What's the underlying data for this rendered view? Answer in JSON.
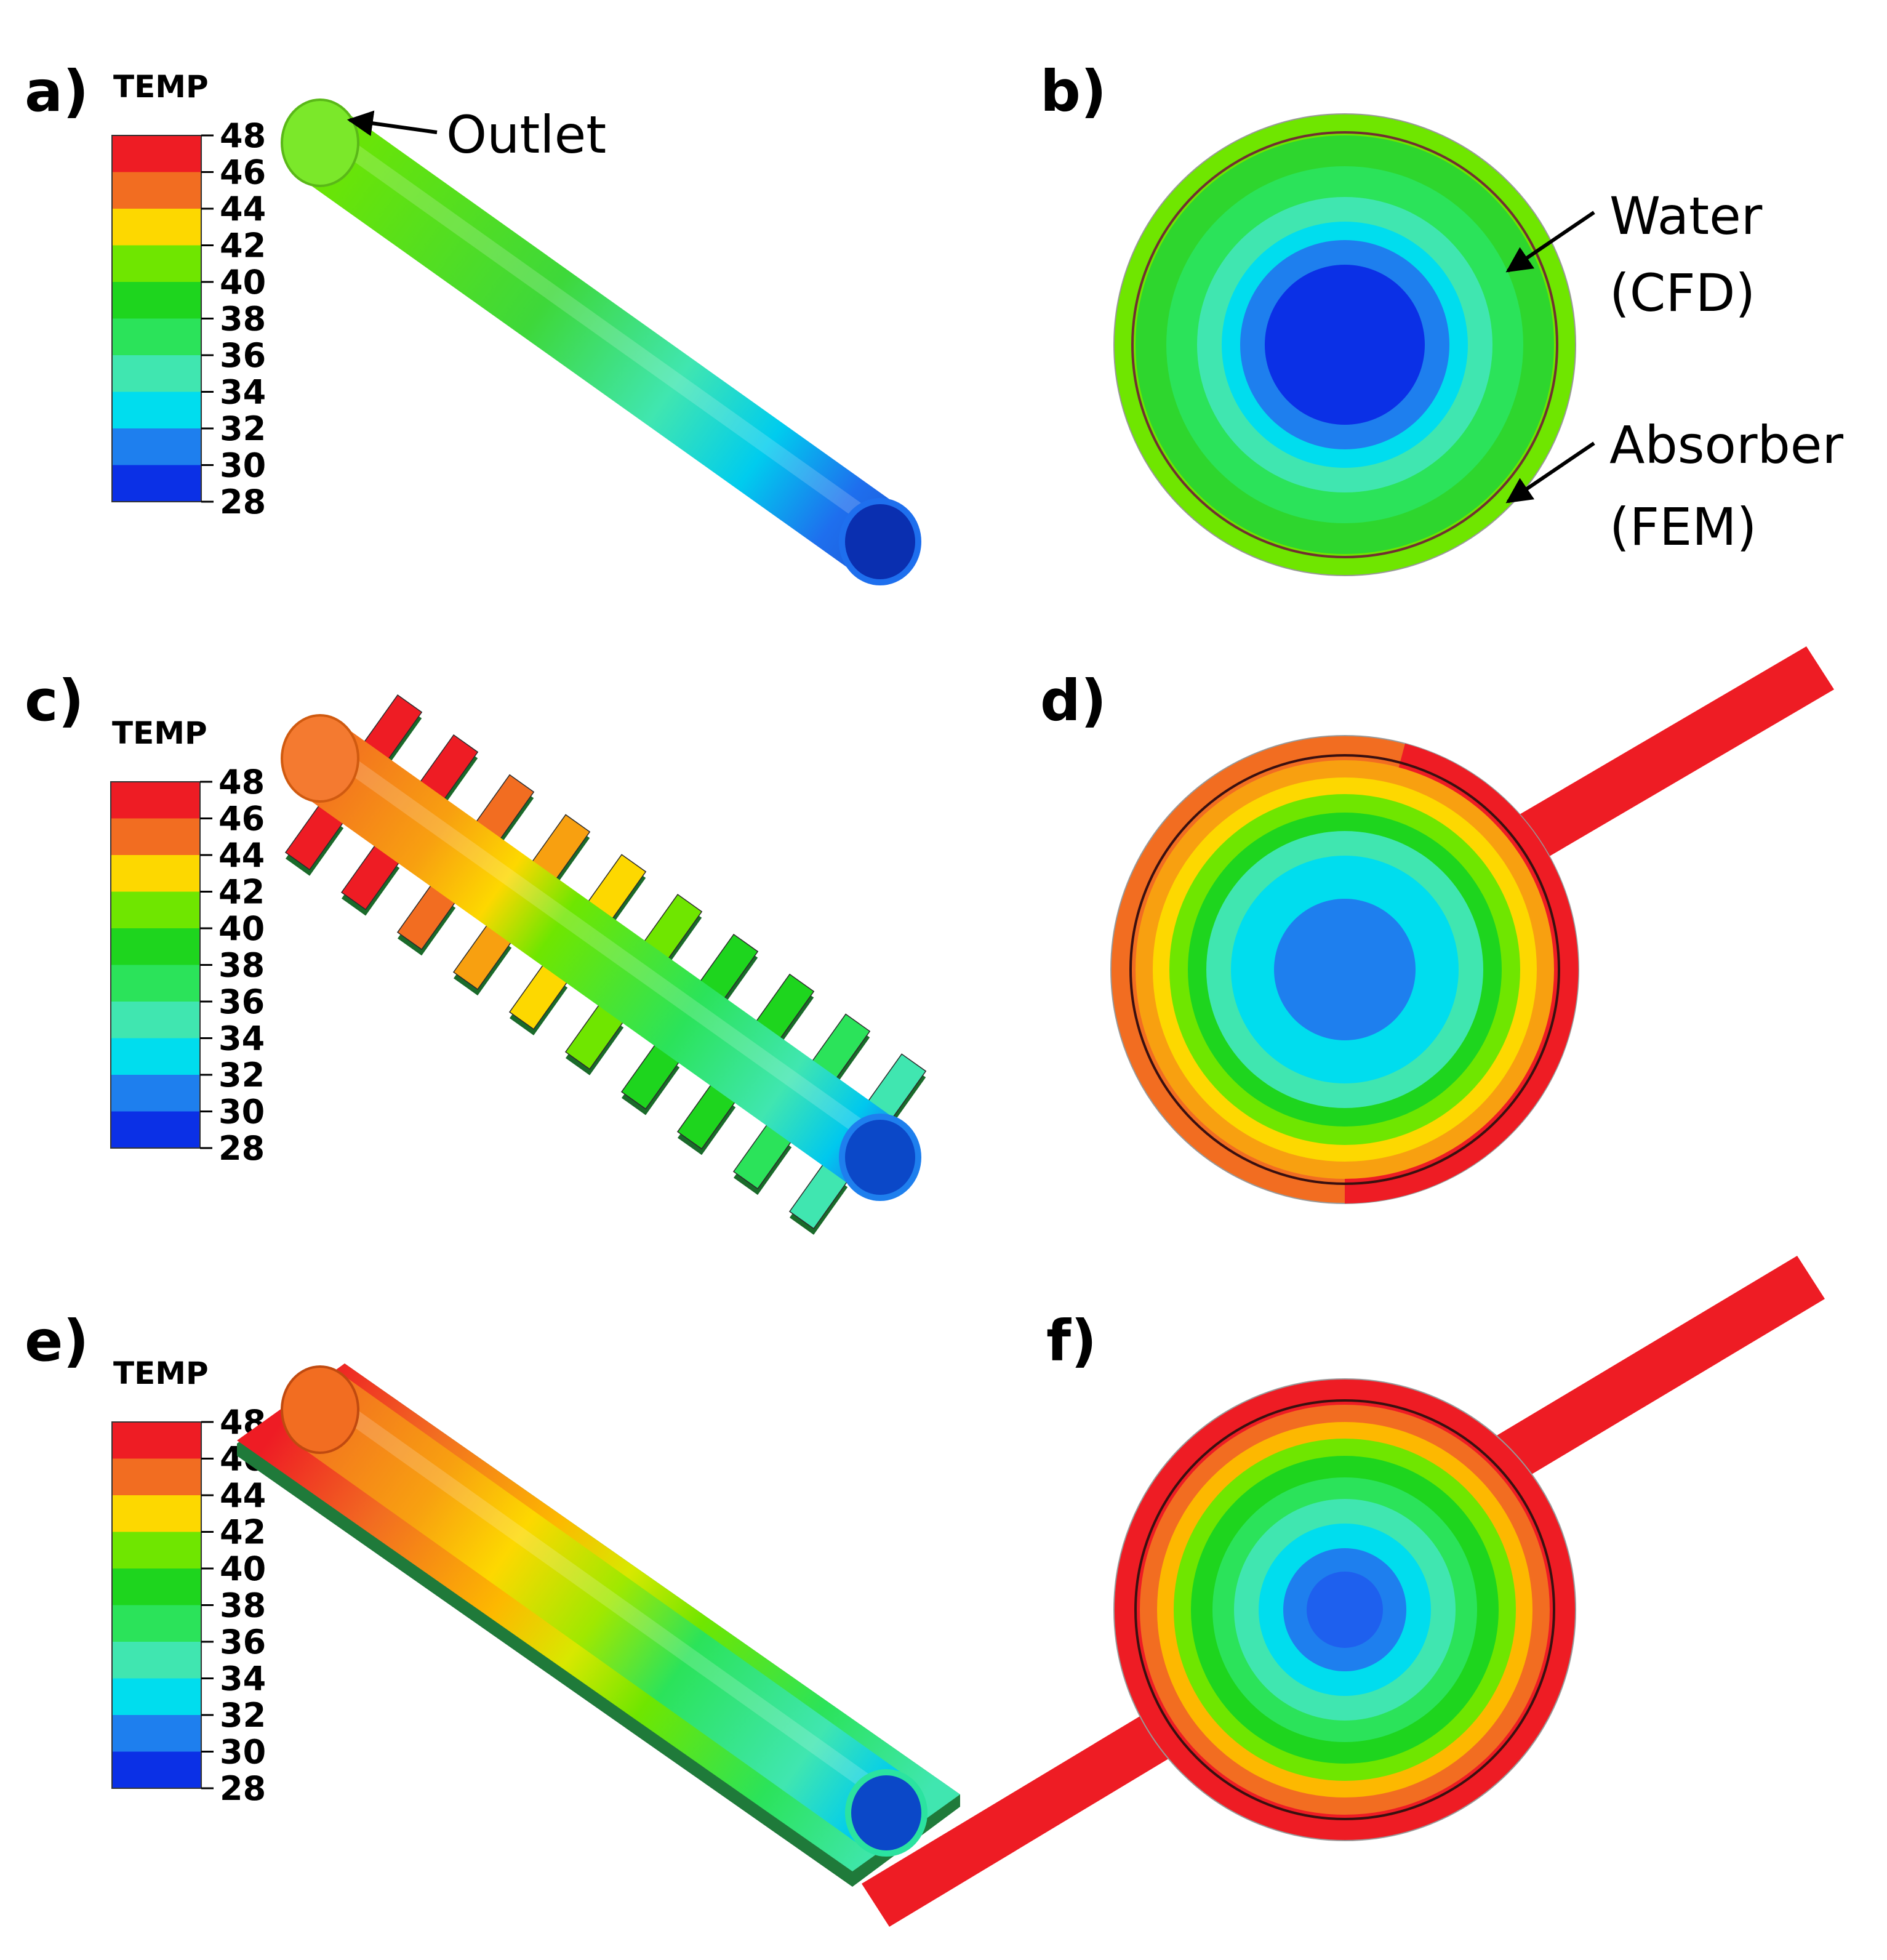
{
  "panels": {
    "a": {
      "label": "a)"
    },
    "b": {
      "label": "b)"
    },
    "c": {
      "label": "c)"
    },
    "d": {
      "label": "d)"
    },
    "e": {
      "label": "e)"
    },
    "f": {
      "label": "f)"
    }
  },
  "legend": {
    "title": "TEMP",
    "ticks": [
      "48",
      "46",
      "44",
      "42",
      "40",
      "38",
      "36",
      "34",
      "32",
      "30",
      "28"
    ],
    "colors": [
      "#ee1c24",
      "#f26d21",
      "#fdd800",
      "#6fe600",
      "#1ed51e",
      "#2be35a",
      "#40e6b0",
      "#00ddee",
      "#1e7fee",
      "#0b30e6"
    ]
  },
  "annotations": {
    "outlet": "Outlet",
    "water_1": "Water",
    "water_2": "(CFD)",
    "absorber_1": "Absorber",
    "absorber_2": "(FEM)"
  }
}
